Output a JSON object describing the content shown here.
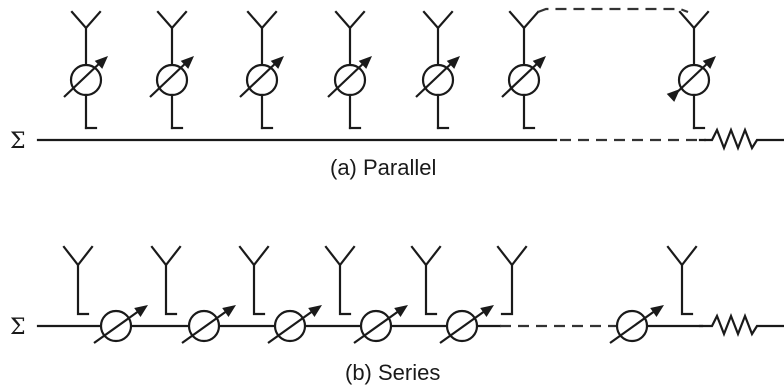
{
  "parallel": {
    "sum_symbol": "Σ",
    "caption": "(a) Parallel"
  },
  "series": {
    "sum_symbol": "Σ",
    "caption": "(b) Series"
  }
}
